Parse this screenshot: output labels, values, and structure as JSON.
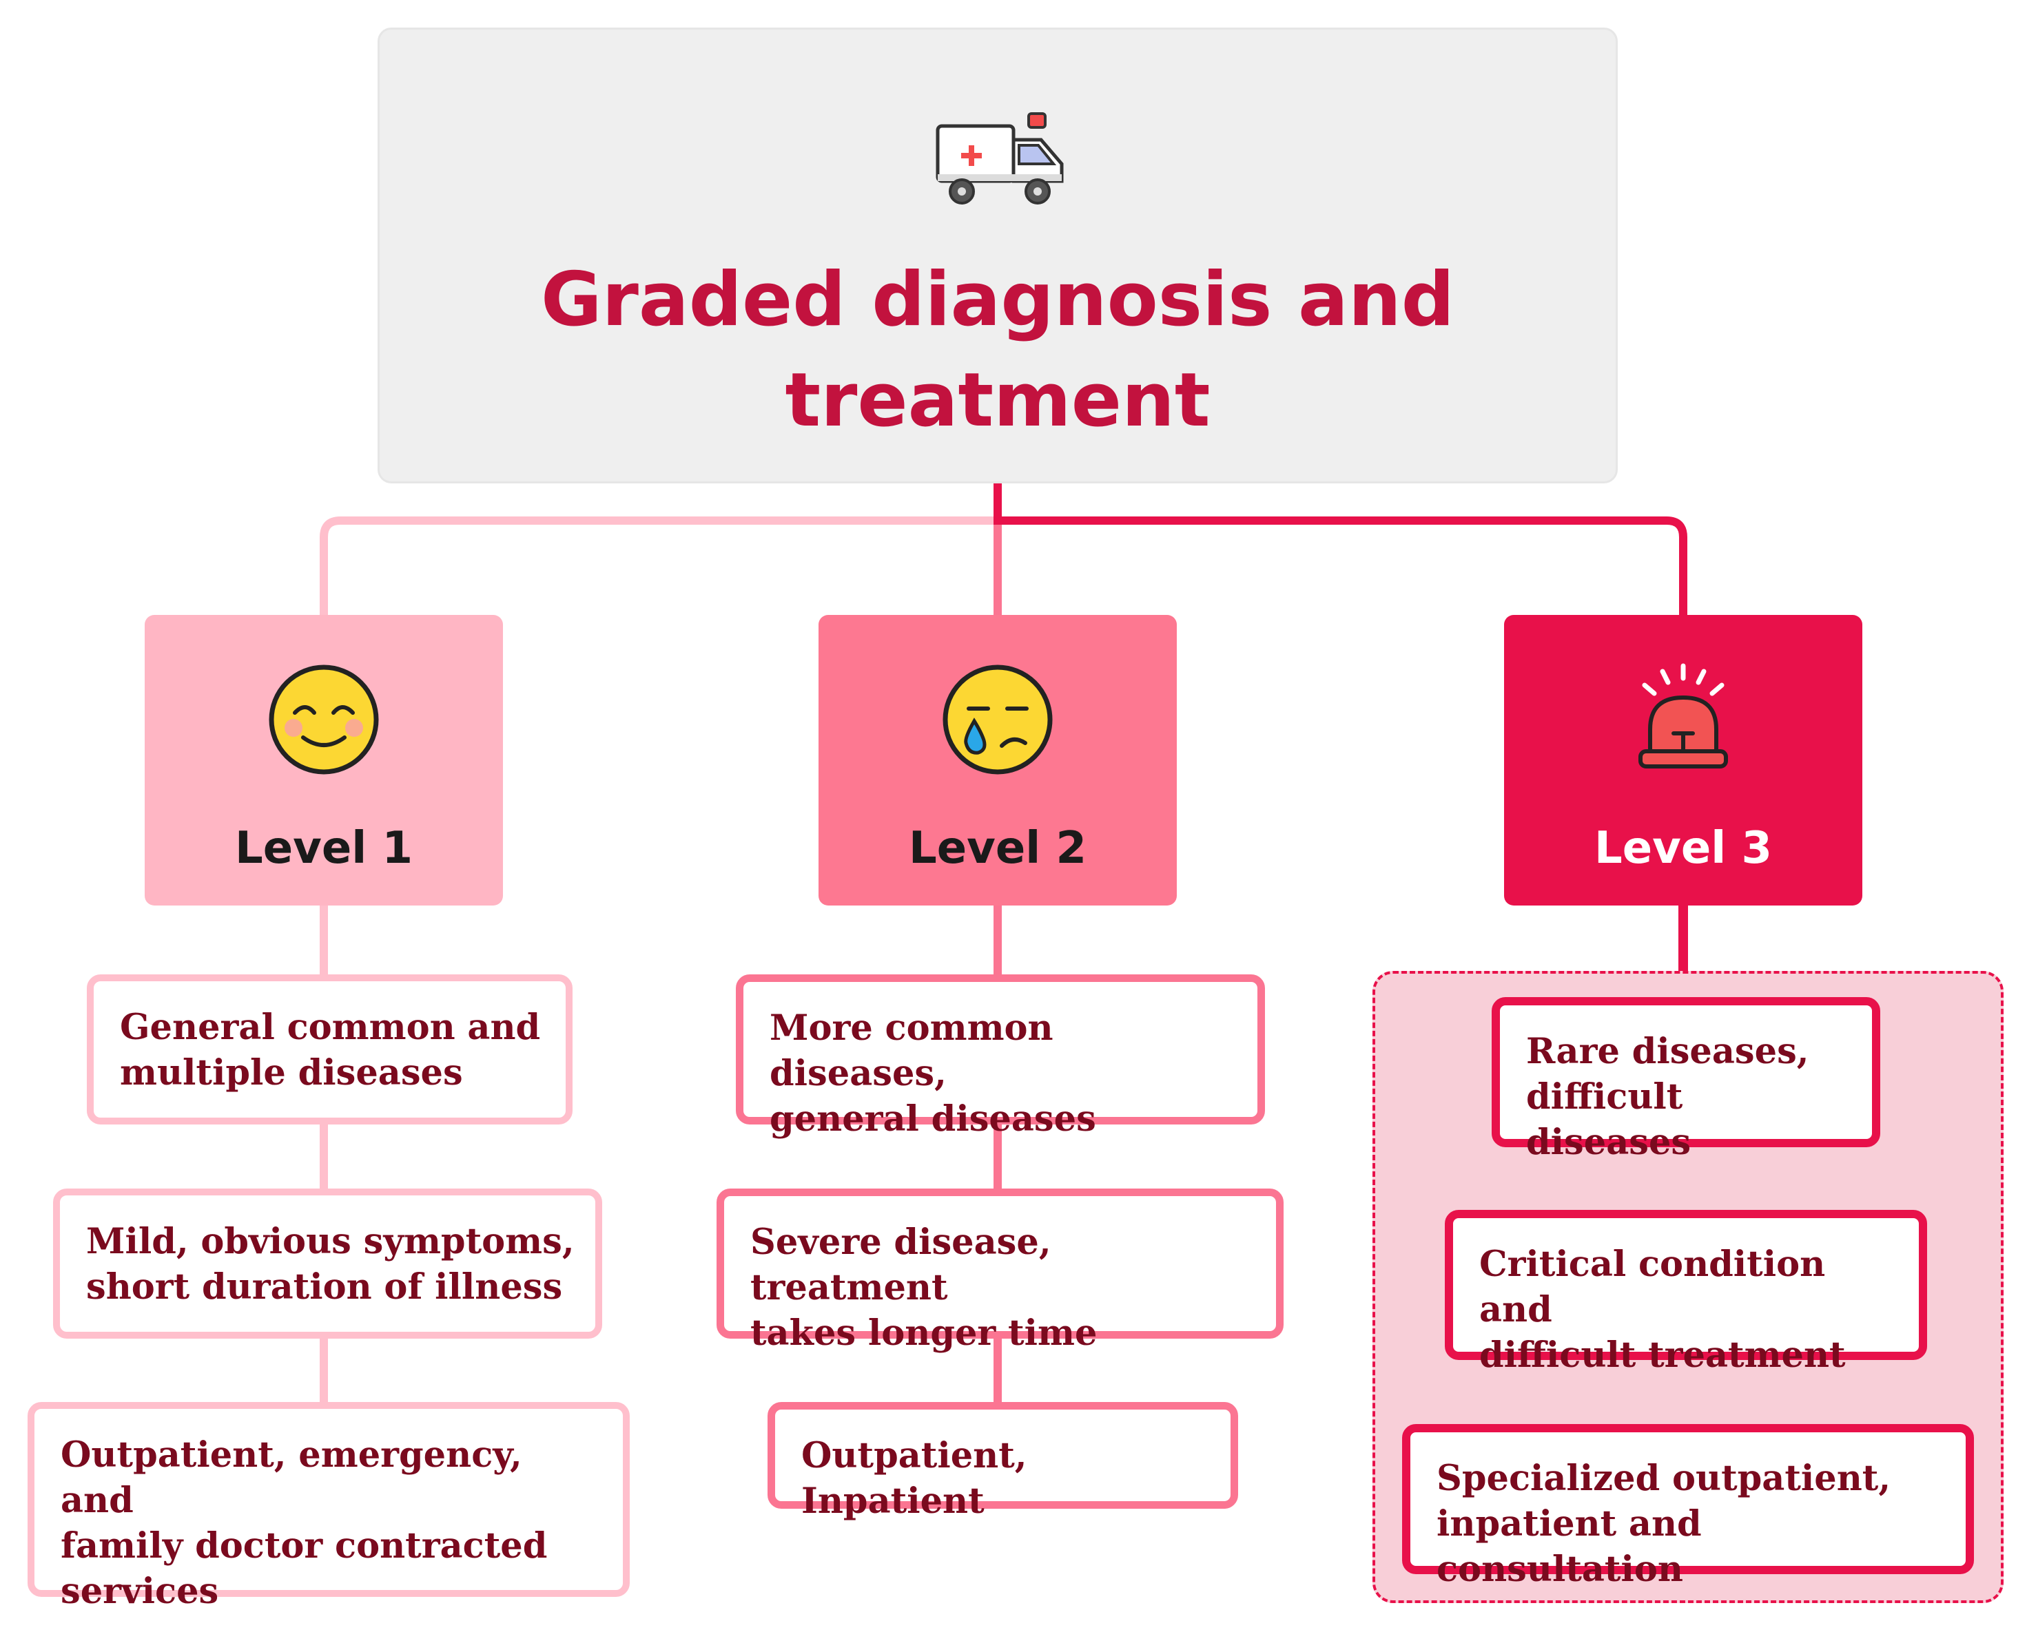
{
  "title": "Graded diagnosis and treatment",
  "icons": {
    "root": "ambulance-icon",
    "level1": "smiling-face-icon",
    "level2": "crying-face-icon",
    "level3": "alarm-siren-icon"
  },
  "colors": {
    "title": "#c2123e",
    "level1": "#ffb6c4",
    "level2": "#fd7891",
    "level3": "#e8114a",
    "box_text": "#7a0a1e",
    "root_bg": "#efefef"
  },
  "levels": [
    {
      "label": "Level 1",
      "items": [
        [
          "General common and",
          "multiple diseases"
        ],
        [
          "Mild, obvious symptoms,",
          "short duration of illness"
        ],
        [
          "Outpatient, emergency, and",
          "family doctor contracted",
          "services"
        ]
      ]
    },
    {
      "label": "Level 2",
      "items": [
        [
          "More common diseases,",
          "general diseases"
        ],
        [
          "Severe disease, treatment",
          "takes longer time"
        ],
        [
          "Outpatient, Inpatient"
        ]
      ]
    },
    {
      "label": "Level 3",
      "items": [
        [
          "Rare diseases,",
          "difficult diseases"
        ],
        [
          "Critical condition and",
          "difficult treatment"
        ],
        [
          "Specialized outpatient,",
          "inpatient and consultation"
        ]
      ]
    }
  ]
}
